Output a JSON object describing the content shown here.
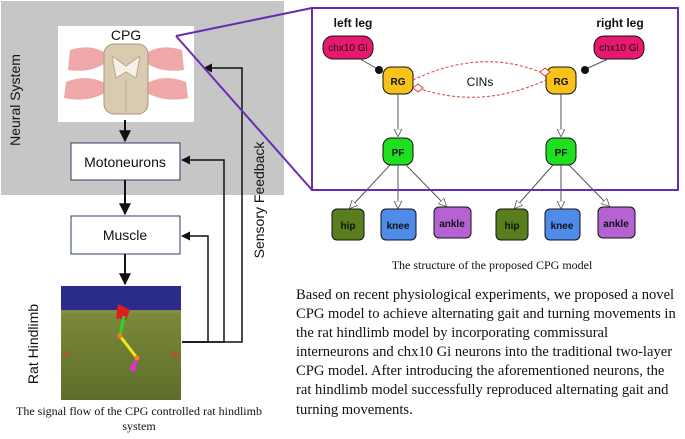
{
  "left_panel": {
    "neural_system_label": "Neural System",
    "cpg_label": "CPG",
    "motoneurons_label": "Motoneurons",
    "muscle_label": "Muscle",
    "sensory_feedback_label": "Sensory Feedback",
    "rat_hindlimb_label": "Rat Hindlimb",
    "caption": "The signal flow of the CPG controlled rat hindlimb system"
  },
  "cpg_model": {
    "left_leg_label": "left leg",
    "right_leg_label": "right leg",
    "chx10_label": "chx10 Gi",
    "rg_label": "RG",
    "pf_label": "PF",
    "cins_label": "CINs",
    "outputs": [
      "hip",
      "knee",
      "ankle"
    ],
    "caption": "The structure of the proposed CPG model",
    "colors": {
      "chx10": "#e8186f",
      "rg": "#f7c21a",
      "pf": "#1fe01f",
      "hip": "#5a7d1e",
      "knee": "#4f8be8",
      "ankle": "#b563d3",
      "frame": "#6a2bb3"
    }
  },
  "abstract": "Based on recent physiological experiments, we proposed a novel CPG model to achieve alternating gait and turning movements in the rat hindlimb model by incorporating commissural interneurons and chx10 Gi neurons into the traditional two-layer CPG model. After introducing the aforementioned neurons, the rat hindlimb model successfully reproduced alternating gait and turning movements."
}
